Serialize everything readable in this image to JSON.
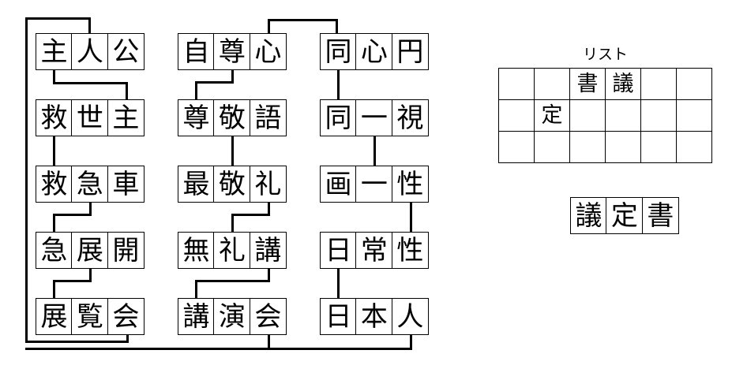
{
  "title": "kanji-word-chain-puzzle",
  "list": {
    "label": "リスト",
    "columns": 6,
    "rows": 3,
    "cells": [
      [
        "",
        "",
        "書",
        "議",
        "",
        ""
      ],
      [
        "",
        "定",
        "",
        "",
        "",
        ""
      ],
      [
        "",
        "",
        "",
        "",
        "",
        ""
      ]
    ]
  },
  "answer": {
    "chars": [
      "議",
      "定",
      "書"
    ]
  },
  "chains": [
    {
      "id": "column-1",
      "words": [
        {
          "id": "w1-1",
          "chars": [
            "主",
            "人",
            "公"
          ]
        },
        {
          "id": "w1-2",
          "chars": [
            "救",
            "世",
            "主"
          ]
        },
        {
          "id": "w1-3",
          "chars": [
            "救",
            "急",
            "車"
          ]
        },
        {
          "id": "w1-4",
          "chars": [
            "急",
            "展",
            "開"
          ]
        },
        {
          "id": "w1-5",
          "chars": [
            "展",
            "覧",
            "会"
          ]
        }
      ]
    },
    {
      "id": "column-2",
      "words": [
        {
          "id": "w2-1",
          "chars": [
            "自",
            "尊",
            "心"
          ]
        },
        {
          "id": "w2-2",
          "chars": [
            "尊",
            "敬",
            "語"
          ]
        },
        {
          "id": "w2-3",
          "chars": [
            "最",
            "敬",
            "礼"
          ]
        },
        {
          "id": "w2-4",
          "chars": [
            "無",
            "礼",
            "講"
          ]
        },
        {
          "id": "w2-5",
          "chars": [
            "講",
            "演",
            "会"
          ]
        }
      ]
    },
    {
      "id": "column-3",
      "words": [
        {
          "id": "w3-1",
          "chars": [
            "同",
            "心",
            "円"
          ]
        },
        {
          "id": "w3-2",
          "chars": [
            "同",
            "一",
            "視"
          ]
        },
        {
          "id": "w3-3",
          "chars": [
            "画",
            "一",
            "性"
          ]
        },
        {
          "id": "w3-4",
          "chars": [
            "日",
            "常",
            "性"
          ]
        },
        {
          "id": "w3-5",
          "chars": [
            "日",
            "本",
            "人"
          ]
        }
      ]
    }
  ],
  "colors": {
    "line": "#000000",
    "background": "#ffffff",
    "text": "#000000"
  }
}
